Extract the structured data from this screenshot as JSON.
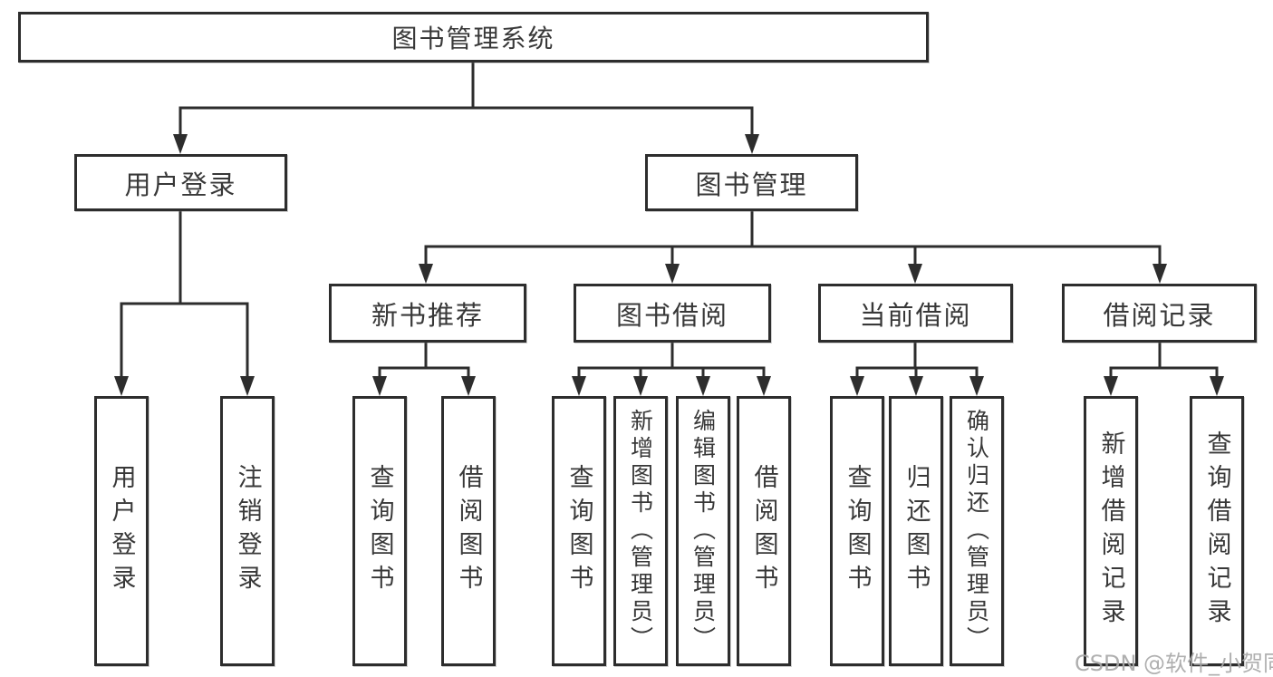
{
  "diagram_title": "图书管理系统",
  "tree": {
    "root": {
      "label": "图书管理系统"
    },
    "branches": [
      {
        "label": "用户登录",
        "children": [
          {
            "label": "用户登录"
          },
          {
            "label": "注销登录"
          }
        ]
      },
      {
        "label": "图书管理",
        "children": [
          {
            "label": "新书推荐",
            "children": [
              {
                "label": "查询图书"
              },
              {
                "label": "借阅图书"
              }
            ]
          },
          {
            "label": "图书借阅",
            "children": [
              {
                "label": "查询图书"
              },
              {
                "label": "新增图书（管理员）"
              },
              {
                "label": "编辑图书（管理员）"
              },
              {
                "label": "借阅图书"
              }
            ]
          },
          {
            "label": "当前借阅",
            "children": [
              {
                "label": "查询图书"
              },
              {
                "label": "归还图书"
              },
              {
                "label": "确认归还（管理员）"
              }
            ]
          },
          {
            "label": "借阅记录",
            "children": [
              {
                "label": "新增借阅记录"
              },
              {
                "label": "查询借阅记录"
              }
            ]
          }
        ]
      }
    ]
  },
  "watermark": "CSDN @软件_小贺同学",
  "colors": {
    "line": "#2d2d2d",
    "text": "#383838",
    "watermark": "#a9a9a9",
    "background": "#ffffff"
  }
}
